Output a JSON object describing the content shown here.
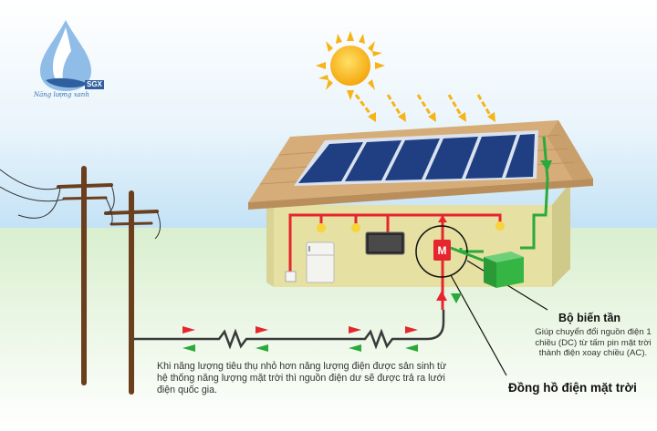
{
  "logo": {
    "initials": "SGX",
    "tagline": "Năng lượng xanh"
  },
  "labels": {
    "inverter_title": "Bộ biến tần",
    "inverter_desc": "Giúp chuyển đổi nguồn điện 1 chiều (DC) từ tấm pin mặt trời thành điện xoay chiều (AC).",
    "meter_title": "Đồng hồ điện mặt trời",
    "grid_note": "Khi năng lượng tiêu thụ nhỏ hơn năng lượng điện được sản sinh từ hệ thống năng lượng mặt trời thì nguồn điện dư sẽ được trả ra lưới điện quốc gia.",
    "meter_symbol": "M"
  },
  "colors": {
    "sky_top": "#ffffff",
    "sky_bottom": "#cfe7f8",
    "ground": "#cfe9c4",
    "house_wall": "#e8e3a8",
    "roof": "#d7b07c",
    "panel": "#1f3f82",
    "red_wire": "#e5262e",
    "green_wire": "#2aaa3a",
    "pole": "#6b3e1e",
    "sun": "#f6b417",
    "inverter": "#2fae3d"
  },
  "icons": [
    "sun-icon",
    "solar-panel-icon",
    "light-bulb-icon",
    "refrigerator-icon",
    "television-icon",
    "power-outlet-icon",
    "electric-meter-icon",
    "inverter-icon",
    "utility-pole-icon",
    "resistor-icon",
    "arrow-right-icon",
    "arrow-left-icon",
    "logo-drop-icon"
  ]
}
